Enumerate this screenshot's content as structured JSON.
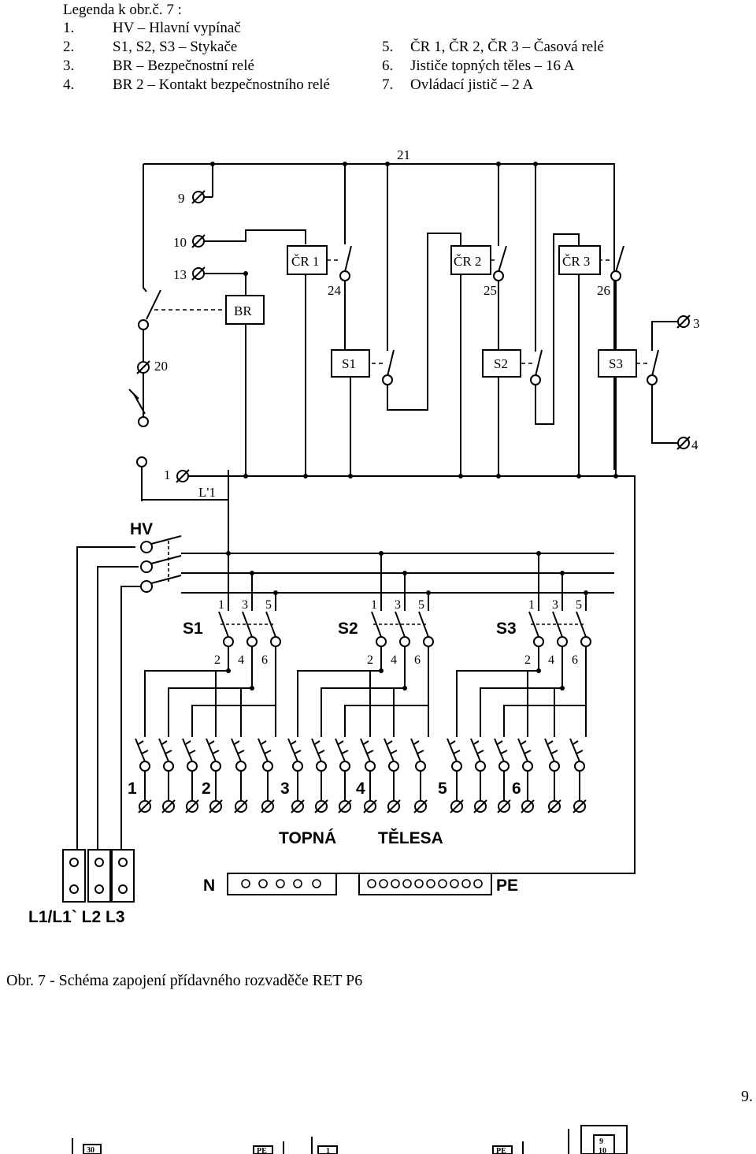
{
  "legend": {
    "title": "Legenda k obr.č. 7 :",
    "items_left": [
      {
        "num": "1.",
        "text": "HV – Hlavní vypínač"
      },
      {
        "num": "2.",
        "text": "S1, S2, S3 – Stykače"
      },
      {
        "num": "3.",
        "text": "BR – Bezpečnostní relé"
      },
      {
        "num": "4.",
        "text": "BR 2 – Kontakt bezpečnostního relé"
      }
    ],
    "items_right": [
      {
        "num": "5.",
        "text": "ČR 1, ČR 2, ČR 3 – Časová relé"
      },
      {
        "num": "6.",
        "text": "Jističe topných těles – 16 A"
      },
      {
        "num": "7.",
        "text": "Ovládací jistič – 2 A"
      }
    ]
  },
  "diagram": {
    "terminals": {
      "t21": "21",
      "t9": "9",
      "t10": "10",
      "t13": "13",
      "t20": "20",
      "t1": "1",
      "t24": "24",
      "t25": "25",
      "t26": "26",
      "t3": "3",
      "t4": "4"
    },
    "relays": {
      "br": "BR",
      "cr1": "ČR 1",
      "cr2": "ČR 2",
      "cr3": "ČR 3",
      "s1": "S1",
      "s2": "S2",
      "s3": "S3"
    },
    "line_label": "L'1",
    "main_switch": "HV",
    "contactors": [
      "S1",
      "S2",
      "S3"
    ],
    "pole_top": [
      "1",
      "3",
      "5"
    ],
    "pole_bottom": [
      "2",
      "4",
      "6"
    ],
    "heater_groups": [
      "1",
      "2",
      "3",
      "4",
      "5",
      "6"
    ],
    "heater_label_1": "TOPNÁ",
    "heater_label_2": "TĚLESA",
    "neutral": "N",
    "protective_earth": "PE",
    "phases": "L1/L1` L2 L3",
    "bottom_tags": [
      "30",
      "PE",
      "1",
      "PE",
      "9",
      "10"
    ]
  },
  "caption": "Obr. 7 - Schéma zapojení přídavného rozvaděče RET P6",
  "page_number": "9."
}
